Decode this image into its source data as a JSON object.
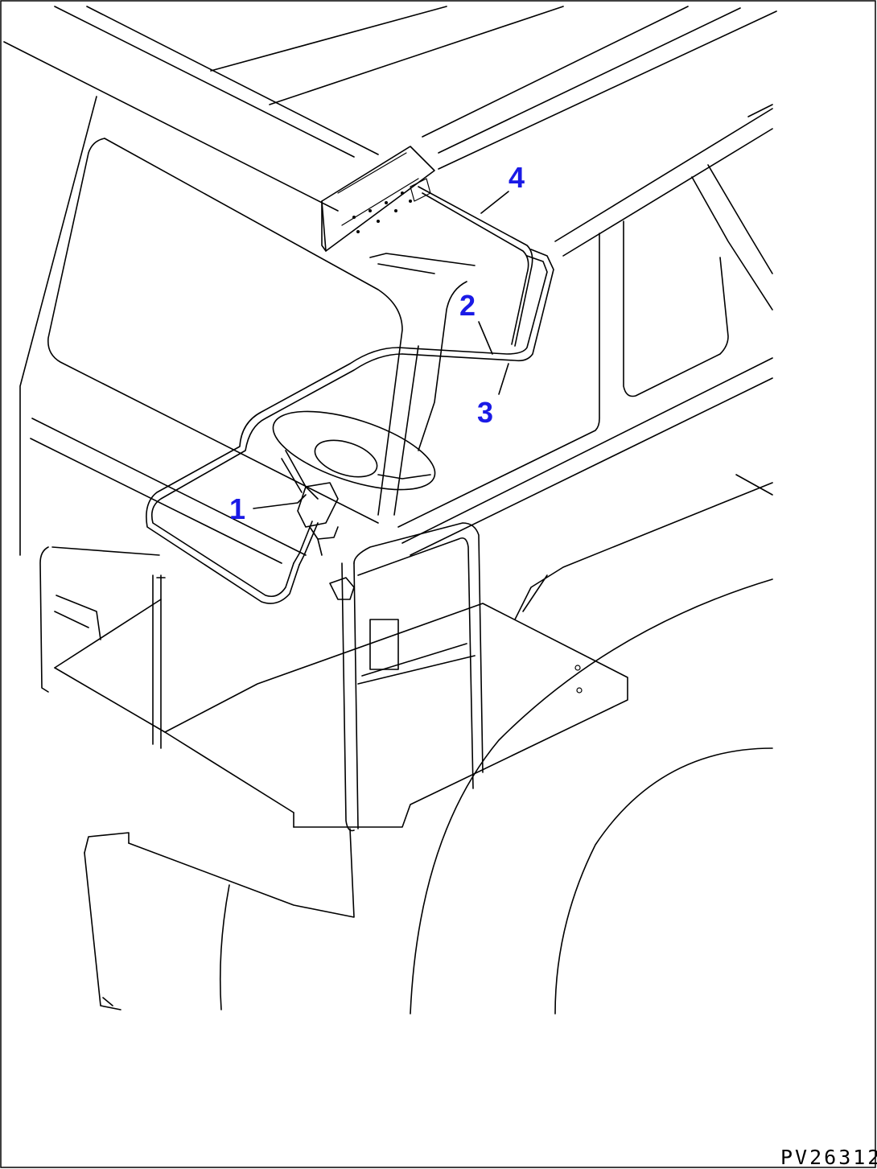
{
  "callouts": [
    {
      "id": "callout-1",
      "label": "1"
    },
    {
      "id": "callout-2",
      "label": "2"
    },
    {
      "id": "callout-3",
      "label": "3"
    },
    {
      "id": "callout-4",
      "label": "4"
    }
  ],
  "drawing_code": "PV26312",
  "colors": {
    "callout": "#1a1ae6",
    "line": "#000000",
    "background": "#ffffff"
  }
}
